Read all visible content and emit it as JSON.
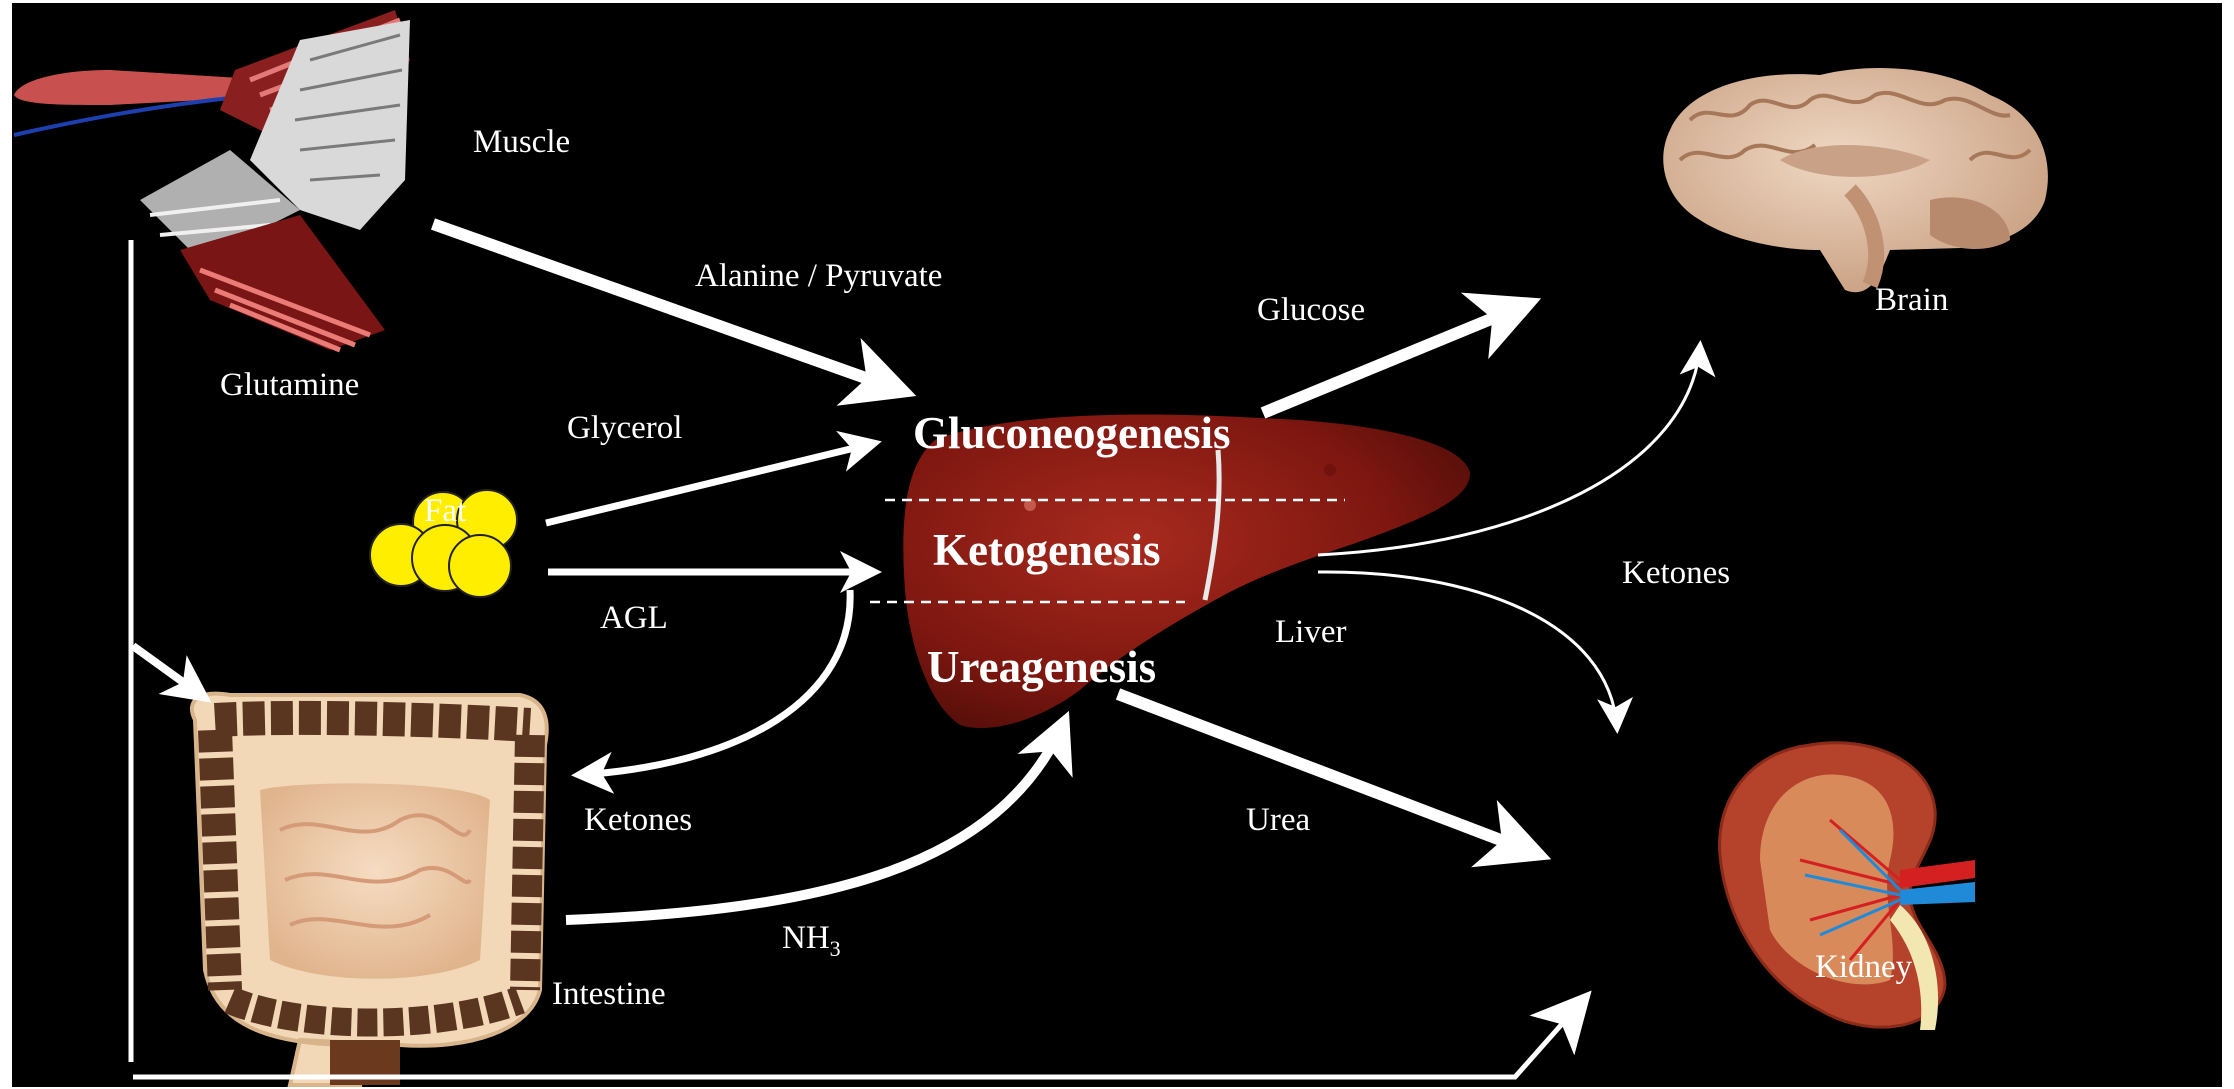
{
  "labels": {
    "muscle": "Muscle",
    "glutamine": "Glutamine",
    "alanine_pyruvate": "Alanine / Pyruvate",
    "glycerol": "Glycerol",
    "fat": "Fat",
    "agl": "AGL",
    "glucose": "Glucose",
    "brain": "Brain",
    "ketones_right": "Ketones",
    "liver": "Liver",
    "ketones_left": "Ketones",
    "urea": "Urea",
    "nh3_base": "NH",
    "nh3_sub": "3",
    "intestine": "Intestine",
    "kidney": "Kidney"
  },
  "processes": {
    "gluconeogenesis": "Gluconeogenesis",
    "ketogenesis": "Ketogenesis",
    "ureagenesis": "Ureagenesis"
  },
  "colors": {
    "background": "#000000",
    "text": "#ffffff",
    "arrows": "#ffffff",
    "liver": "#8b1a12",
    "fat": "#ffee00",
    "brain": "#e2c5ac",
    "kidney": "#b5432b",
    "intestine": "#6a3d22"
  }
}
